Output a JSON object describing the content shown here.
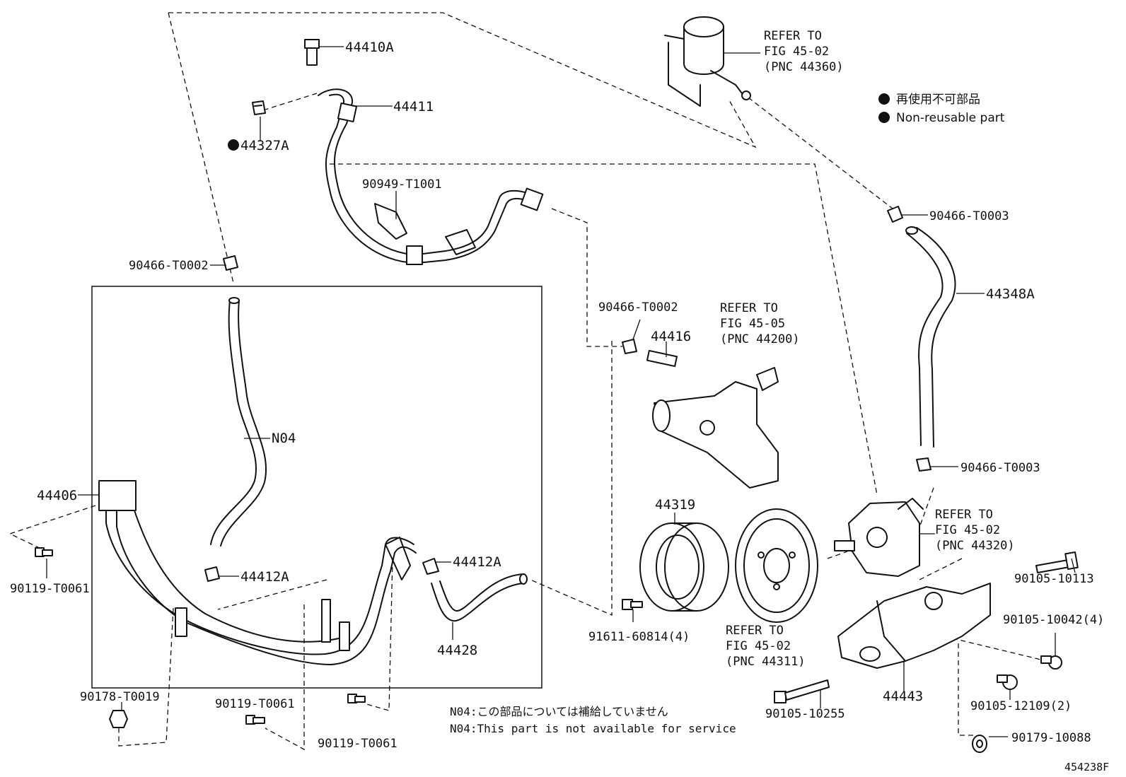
{
  "legend": {
    "jp": "再使用不可部品",
    "en": "Non-reusable part"
  },
  "labels": {
    "p44410A": "44410A",
    "p44411": "44411",
    "p44327A": "44327A",
    "p90949_T1001": "90949-T1001",
    "p90466_T0002_top": "90466-T0002",
    "p90466_T0002_mid": "90466-T0002",
    "p44416": "44416",
    "pN04": "N04",
    "p44406": "44406",
    "p90119_T0061_left": "90119-T0061",
    "p44412A_left": "44412A",
    "p44412A_right": "44412A",
    "p44428": "44428",
    "p90178_T0019": "90178-T0019",
    "p90119_T0061_bottom": "90119-T0061",
    "p90119_T0061_center": "90119-T0061",
    "p44319": "44319",
    "p91611_60814": "91611-60814(4)",
    "p90466_T0003_top": "90466-T0003",
    "p44348A": "44348A",
    "p90466_T0003_bottom": "90466-T0003",
    "p90105_10113": "90105-10113",
    "p90105_10042": "90105-10042(4)",
    "p90105_12109": "90105-12109(2)",
    "p90105_10255": "90105-10255",
    "p44443": "44443",
    "p90179_10088": "90179-10088"
  },
  "refers": {
    "reservoir": [
      "REFER TO",
      "FIG 45-02",
      "(PNC 44360)"
    ],
    "gear": [
      "REFER TO",
      "FIG 45-05",
      "(PNC 44200)"
    ],
    "pump": [
      "REFER TO",
      "FIG 45-02",
      "(PNC 44320)"
    ],
    "pulley": [
      "REFER TO",
      "FIG 45-02",
      "(PNC 44311)"
    ]
  },
  "notes": {
    "jp": "N04:この部品については補給していません",
    "en": "N04:This part is not available for service"
  },
  "figure_code": "454238F"
}
